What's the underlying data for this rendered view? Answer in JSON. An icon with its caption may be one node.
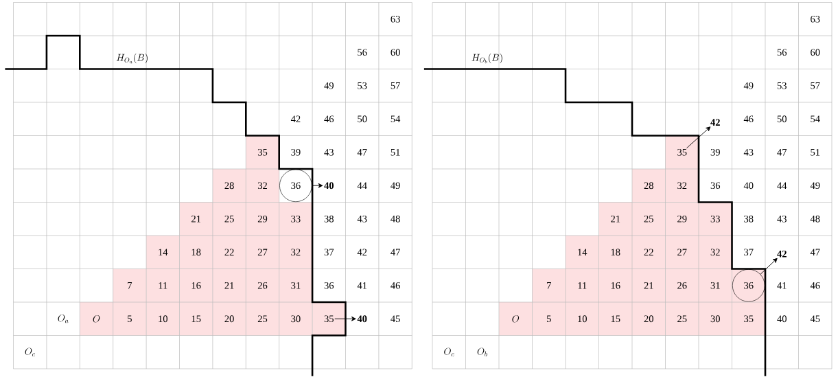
{
  "diagram": {
    "nodes": [
      {
        "text": [
          "36"
        ]
      },
      {
        "text": [
          "40"
        ]
      },
      {
        "text": [
          "35"
        ]
      },
      {
        "text": [
          "40"
        ]
      },
      {
        "text": [
          "42"
        ]
      },
      {
        "text": [
          "35"
        ]
      },
      {
        "text": [
          "42"
        ]
      },
      {
        "text": [
          "36"
        ]
      }
    ],
    "edges": [
      {
        "from": 0,
        "to": 1,
        "arrow": "to"
      },
      {
        "from": 2,
        "to": 3,
        "arrow": "to"
      },
      {
        "from": 5,
        "to": 4,
        "arrow": "to"
      },
      {
        "from": 7,
        "to": 6,
        "arrow": "to"
      }
    ],
    "labels": [
      "63",
      "H_{O_a}(B)",
      "56",
      "60",
      "49",
      "53",
      "57",
      "42",
      "46",
      "50",
      "54",
      "35",
      "39",
      "43",
      "47",
      "51",
      "28",
      "32",
      "44",
      "49",
      "21",
      "25",
      "29",
      "33",
      "38",
      "43",
      "48",
      "14",
      "18",
      "22",
      "27",
      "32",
      "37",
      "42",
      "47",
      "7",
      "11",
      "16",
      "21",
      "26",
      "31",
      "36",
      "41",
      "46",
      "O_a",
      "O",
      "5",
      "10",
      "15",
      "20",
      "25",
      "30",
      "45",
      "O_c",
      "63",
      "H_{O_b}(B)",
      "56",
      "60",
      "49",
      "53",
      "57",
      "46",
      "50",
      "54",
      "39",
      "43",
      "47",
      "51",
      "28",
      "32",
      "36",
      "40",
      "44",
      "49",
      "21",
      "25",
      "29",
      "33",
      "38",
      "43",
      "48",
      "14",
      "18",
      "22",
      "27",
      "32",
      "37",
      "47",
      "7",
      "11",
      "16",
      "21",
      "26",
      "31",
      "41",
      "46",
      "O",
      "5",
      "10",
      "15",
      "20",
      "25",
      "30",
      "35",
      "40",
      "45",
      "O_c",
      "O_b"
    ]
  }
}
